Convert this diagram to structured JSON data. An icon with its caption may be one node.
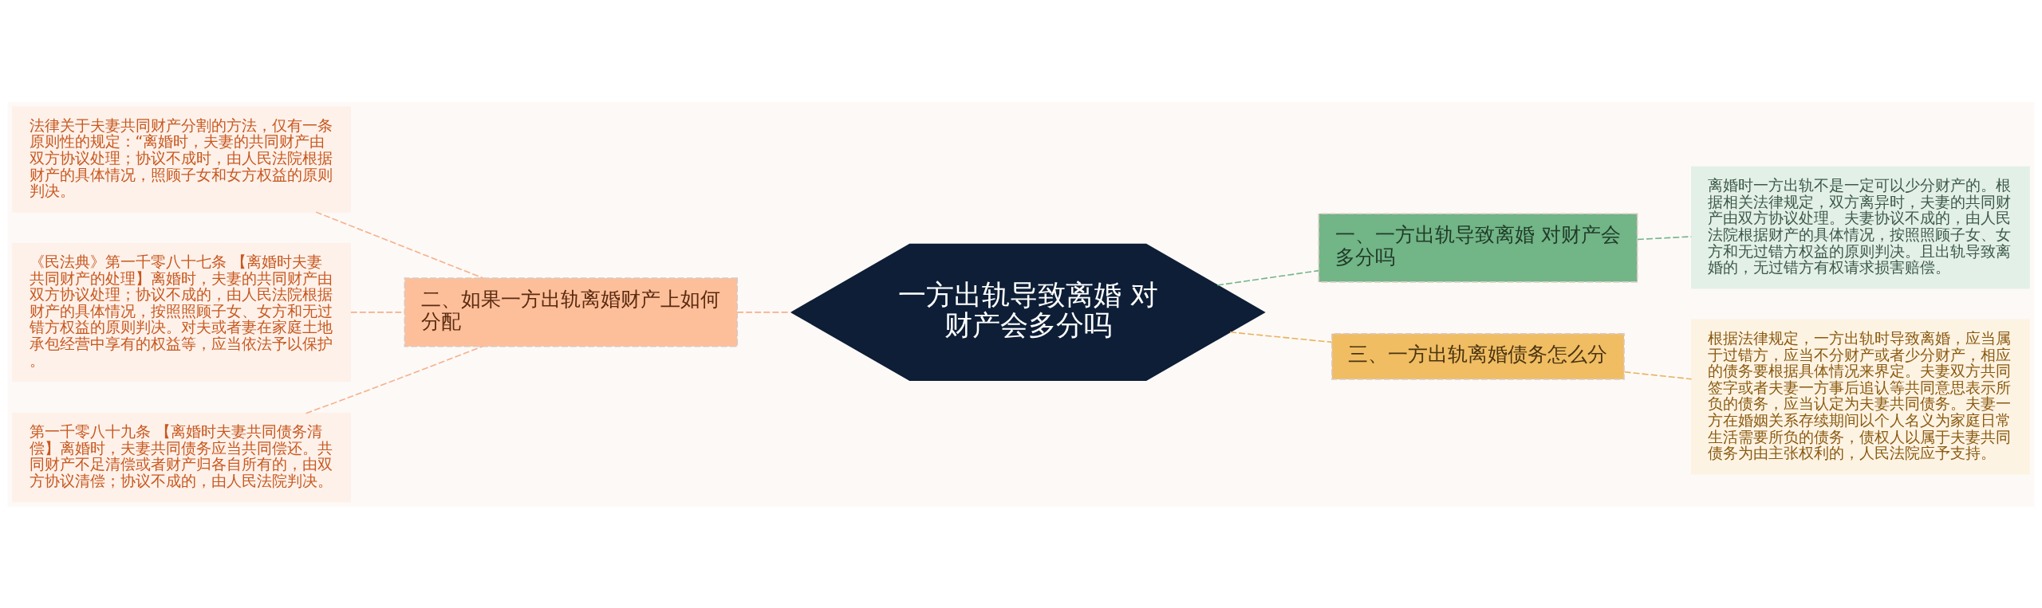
{
  "diagram": {
    "nodes": [
      {
        "text": [
          "一方出轨导致离婚 对财产会多分吗"
        ]
      },
      {
        "text": [
          "一、一方出轨导致离婚 对财产会多分吗"
        ]
      },
      {
        "text": [
          "离婚时一方出轨不是一定可以少分财产的。根据相关法律规定，双方离异时，夫妻的共同财产由双方协议处理。夫妻协议不成的，由人民法院根据财产的具体情况，按照照顾子女、女方和无过错方权益的原则判决。且出轨导致离婚的，无过错方有权请求损害赔偿。"
        ]
      },
      {
        "text": [
          "三、一方出轨离婚债务怎么分"
        ]
      },
      {
        "text": [
          "根据法律规定，一方出轨时导致离婚，应当属于过错方，应当不分财产或者少分财产，相应的债务要根据具体情况来界定。夫妻双方共同签字或者夫妻一方事后追认等共同意思表示所负的债务，应当认定为夫妻共同债务。夫妻一方在婚姻关系存续期间以个人名义为家庭日常生活需要所负的债务，债权人以属于夫妻共同债务为由主张权利的，人民法院应予支持。"
        ]
      },
      {
        "text": [
          "二、如果一方出轨离婚财产上如何分配"
        ]
      },
      {
        "text": [
          "法律关于夫妻共同财产分割的方法，仅有一条原则性的规定：“离婚时，夫妻的共同财产由双方协议处理；协议不成时，由人民法院根据财产的具体情况，照顾子女和女方权益的原则判决。"
        ]
      },
      {
        "text": [
          "《民法典》第一千零八十七条 【离婚时夫妻共同财产的处理】离婚时，夫妻的共同财产由双方协议处理；协议不成的，由人民法院根据财产的具体情况，按照照顾子女、女方和无过错方权益的原则判决。对夫或者妻在家庭土地承包经营中享有的权益等，应当依法予以保护。"
        ]
      },
      {
        "text": [
          "第一千零八十九条 【离婚时夫妻共同债务清偿】离婚时，夫妻共同债务应当共同偿还。共同财产不足清偿或者财产归各自所有的，由双方协议清偿；协议不成的，由人民法院判决。"
        ]
      }
    ],
    "edges": [
      {
        "from": 0,
        "to": 1,
        "arrow": "none",
        "style": "dashed",
        "color": "#72b587"
      },
      {
        "from": 1,
        "to": 2,
        "arrow": "none",
        "style": "dashed",
        "color": "#72b587"
      },
      {
        "from": 0,
        "to": 3,
        "arrow": "none",
        "style": "dashed",
        "color": "#e8b25a"
      },
      {
        "from": 3,
        "to": 4,
        "arrow": "none",
        "style": "dashed",
        "color": "#e8b25a"
      },
      {
        "from": 0,
        "to": 5,
        "arrow": "none",
        "style": "dashed",
        "color": "#f5b08a"
      },
      {
        "from": 5,
        "to": 6,
        "arrow": "none",
        "style": "dashed",
        "color": "#f5b08a"
      },
      {
        "from": 5,
        "to": 7,
        "arrow": "none",
        "style": "dashed",
        "color": "#f5b08a"
      },
      {
        "from": 5,
        "to": 8,
        "arrow": "none",
        "style": "dashed",
        "color": "#f5b08a"
      }
    ]
  }
}
